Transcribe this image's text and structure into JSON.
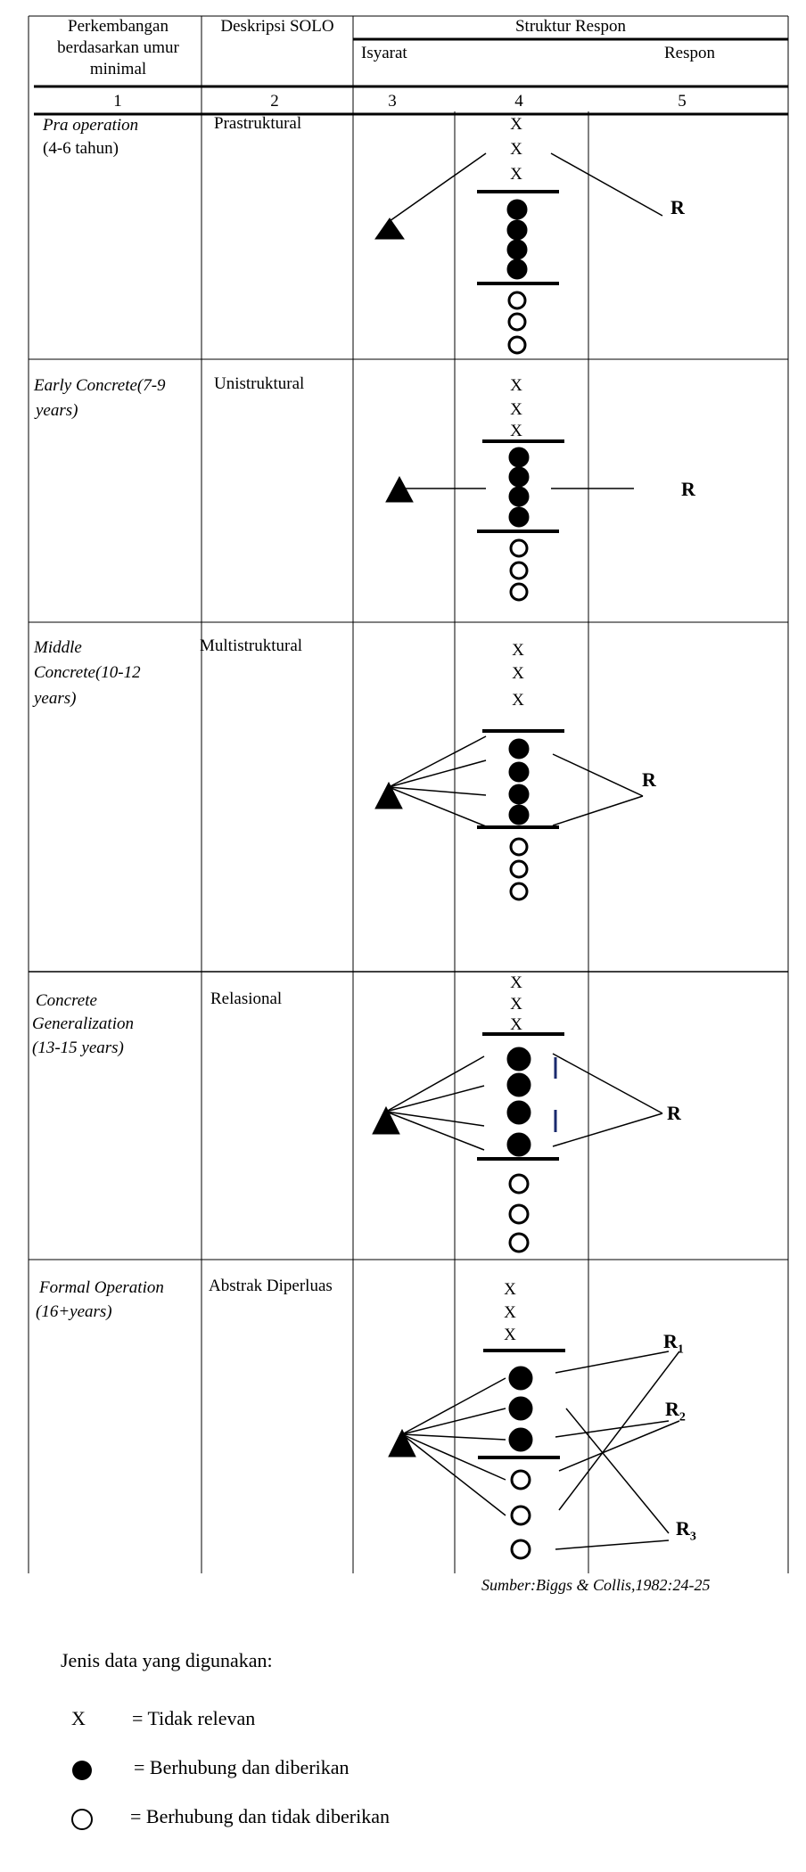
{
  "header": {
    "col1": "Perkembangan berdasarkan umur minimal",
    "col2": "Deskripsi SOLO",
    "group": "Struktur Respon",
    "isyarat": "Isyarat",
    "respon": "Respon",
    "numbers": [
      "1",
      "2",
      "3",
      "4",
      "5"
    ]
  },
  "rows": [
    {
      "stage": "Pra operation",
      "age": "(4-6 tahun)",
      "solo": "Prastruktural",
      "marks": [
        "X",
        "X",
        "X"
      ],
      "responses": [
        "R"
      ]
    },
    {
      "stage": "Early Concrete(7-9",
      "age": "years)",
      "solo": "Unistruktural",
      "marks": [
        "X",
        "X",
        "X"
      ],
      "responses": [
        "R"
      ]
    },
    {
      "stage": "Middle",
      "stage2": "Concrete(10-12",
      "age": "years)",
      "solo": "Multistruktural",
      "marks": [
        "X",
        "X",
        "X"
      ],
      "responses": [
        "R"
      ]
    },
    {
      "stage": "Concrete",
      "stage2": "Generalization",
      "age": "(13-15 years)",
      "solo": "Relasional",
      "marks": [
        "X",
        "X",
        "X"
      ],
      "responses": [
        "R"
      ]
    },
    {
      "stage": "Formal Operation",
      "age": "(16+years)",
      "solo": "Abstrak Diperluas",
      "marks": [
        "X",
        "X",
        "X"
      ],
      "responses": [
        "R",
        "R",
        "R"
      ],
      "response_subscripts": [
        "1",
        "2",
        "3"
      ]
    }
  ],
  "source": "Sumber:Biggs & Collis,1982:24-25",
  "legend": {
    "title": "Jenis data yang digunakan:",
    "items": [
      {
        "symbol": "X",
        "text": "= Tidak relevan"
      },
      {
        "symbol": "filled-circle-icon",
        "text": "= Berhubung dan diberikan"
      },
      {
        "symbol": "open-circle-icon",
        "text": "= Berhubung dan tidak diberikan"
      }
    ]
  }
}
